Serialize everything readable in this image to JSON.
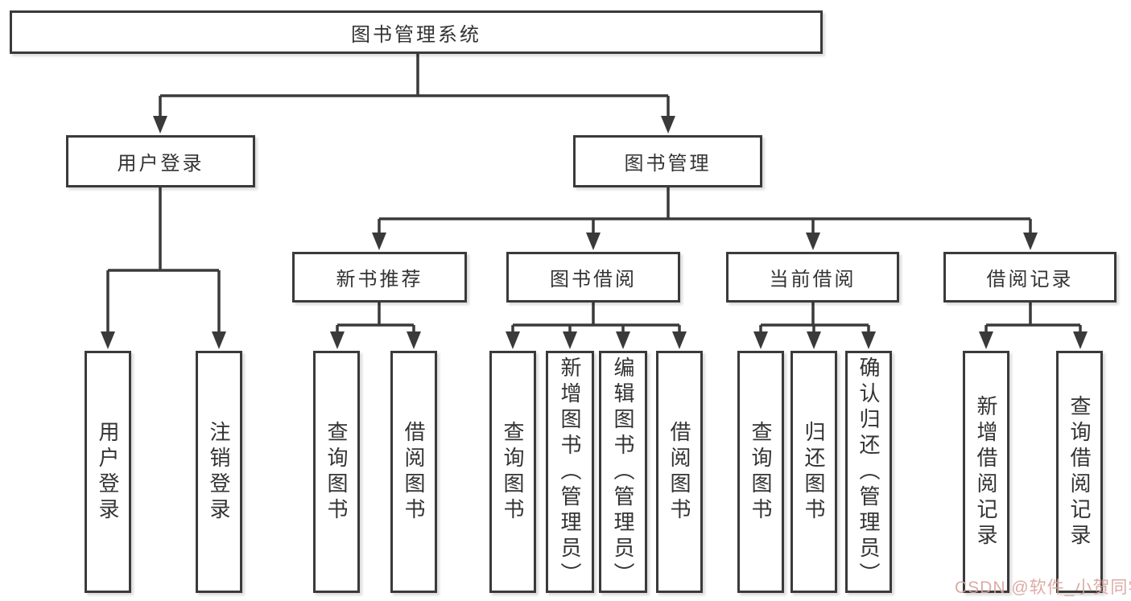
{
  "tree": {
    "label": "图书管理系统",
    "children": [
      {
        "label": "用户登录",
        "children": [
          {
            "label": "用户登录"
          },
          {
            "label": "注销登录"
          }
        ]
      },
      {
        "label": "图书管理",
        "children": [
          {
            "label": "新书推荐",
            "children": [
              {
                "label": "查询图书"
              },
              {
                "label": "借阅图书"
              }
            ]
          },
          {
            "label": "图书借阅",
            "children": [
              {
                "label": "查询图书"
              },
              {
                "label": "新增图书（管理员）"
              },
              {
                "label": "编辑图书（管理员）"
              },
              {
                "label": "借阅图书"
              }
            ]
          },
          {
            "label": "当前借阅",
            "children": [
              {
                "label": "查询图书"
              },
              {
                "label": "归还图书"
              },
              {
                "label": "确认归还（管理员）"
              }
            ]
          },
          {
            "label": "借阅记录",
            "children": [
              {
                "label": "新增借阅记录"
              },
              {
                "label": "查询借阅记录"
              }
            ]
          }
        ]
      }
    ]
  },
  "watermark": {
    "text": "CSDN @软件_小贺同学"
  },
  "colors": {
    "line": "#3a3a3a",
    "text": "#333333",
    "watermark": "#d8a29c",
    "background": "#ffffff"
  }
}
